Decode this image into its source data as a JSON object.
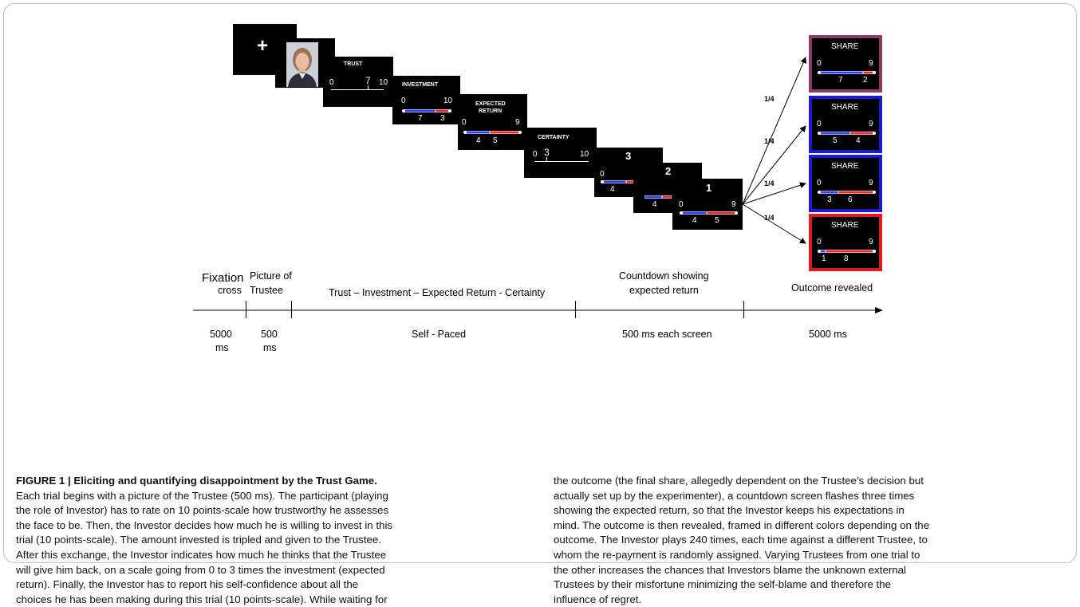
{
  "figure": {
    "fixation_symbol": "+",
    "trust": {
      "label": "TRUST",
      "min": "0",
      "value": "7",
      "max": "10"
    },
    "investment": {
      "label": "INVESTMENT",
      "min": "0",
      "max": "10",
      "left": "7",
      "right": "3"
    },
    "expected_return": {
      "label_line1": "EXPECTED",
      "label_line2": "RETURN",
      "min": "0",
      "max": "9",
      "left": "4",
      "right": "5"
    },
    "certainty": {
      "label": "CERTAINTY",
      "min": "0",
      "value": "3",
      "max": "10"
    },
    "countdown": [
      {
        "number": "3",
        "min": "0",
        "left": "4"
      },
      {
        "number": "2",
        "left": "4"
      },
      {
        "number": "1",
        "min": "0",
        "max": "9",
        "left": "4",
        "right": "5"
      }
    ],
    "probabilities": [
      "1/4",
      "1/4",
      "1/4",
      "1/4"
    ],
    "outcomes": [
      {
        "label": "SHARE",
        "min": "0",
        "max": "9",
        "left": "7",
        "right": "2",
        "frame_color": "#8b3a62"
      },
      {
        "label": "SHARE",
        "min": "0",
        "max": "9",
        "left": "5",
        "right": "4",
        "frame_color": "#1a1ad1"
      },
      {
        "label": "SHARE",
        "min": "0",
        "max": "9",
        "left": "3",
        "right": "6",
        "frame_color": "#1a1ad1"
      },
      {
        "label": "SHARE",
        "min": "0",
        "max": "9",
        "left": "1",
        "right": "8",
        "frame_color": "#e01b1b"
      }
    ],
    "phases": {
      "fixation_line1": "Fixation",
      "fixation_line2": "cross",
      "picture_line1": "Picture of",
      "picture_line2": "Trustee",
      "rating": "Trust – Investment – Expected Return - Certainty",
      "countdown_line1": "Countdown showing",
      "countdown_line2": "expected return",
      "outcome": "Outcome revealed"
    },
    "durations": {
      "fixation_value": "5000",
      "fixation_unit": "ms",
      "picture_value": "500",
      "picture_unit": "ms",
      "rating": "Self - Paced",
      "countdown": "500 ms each screen",
      "outcome": "5000 ms"
    }
  },
  "caption": {
    "title": "FIGURE 1 | Eliciting and quantifying disappointment by the Trust Game.",
    "left_lines": [
      "Each trial begins with a picture of the Trustee (500 ms). The participant (playing",
      "the role of Investor) has to rate on 10 points-scale how trustworthy he assesses",
      "the face to be. Then, the Investor decides how much he is willing to invest in this",
      "trial (10 points-scale). The amount invested is tripled and given to the Trustee.",
      "After this exchange, the Investor indicates how much he thinks that the Trustee",
      "will give him back, on a scale going from 0 to 3 times the investment (expected",
      "return). Finally, the Investor has to report his self-confidence about all the",
      "choices he has been making during this trial (10 points-scale). While waiting for"
    ],
    "right_lines": [
      "the outcome (the final share, allegedly dependent on the Trustee’s decision but",
      "actually set up by the experimenter), a countdown screen flashes three times",
      "showing the expected return, so that the Investor keeps his expectations in",
      "mind. The outcome is then revealed, framed in different colors depending on the",
      "outcome. The Investor plays 240 times, each time against a different Trustee, to",
      "whom the re-payment is randomly assigned. Varying Trustees from one trial to",
      "the other increases the chances that Investors blame the unknown external",
      "Trustees by their misfortune minimizing the self-blame and therefore the",
      "influence of regret."
    ]
  }
}
